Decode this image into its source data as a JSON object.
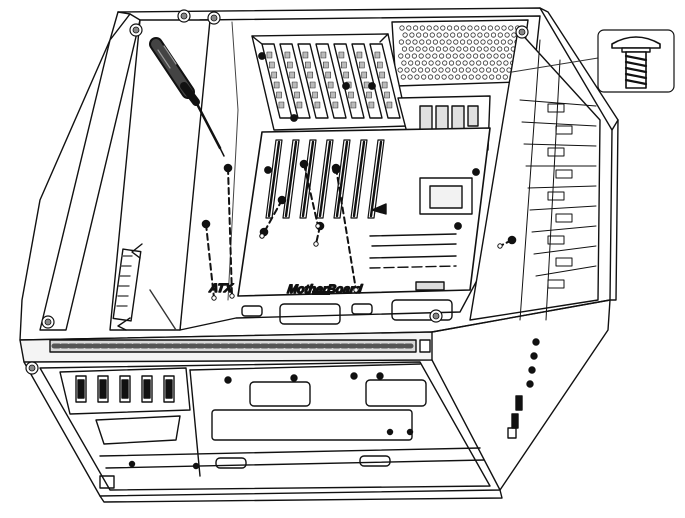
{
  "motherboard_label": {
    "brand": "ATX",
    "word": "MotherBoard"
  },
  "callout": {
    "icon": "screw-icon"
  },
  "tool": {
    "icon": "screwdriver-icon"
  },
  "counts": {
    "standoff_screws": 8,
    "expansion_slots": 7
  },
  "colors": {
    "line": "#111111",
    "fill": "#ffffff",
    "shade": "#d9d9d9",
    "dark": "#333333"
  }
}
